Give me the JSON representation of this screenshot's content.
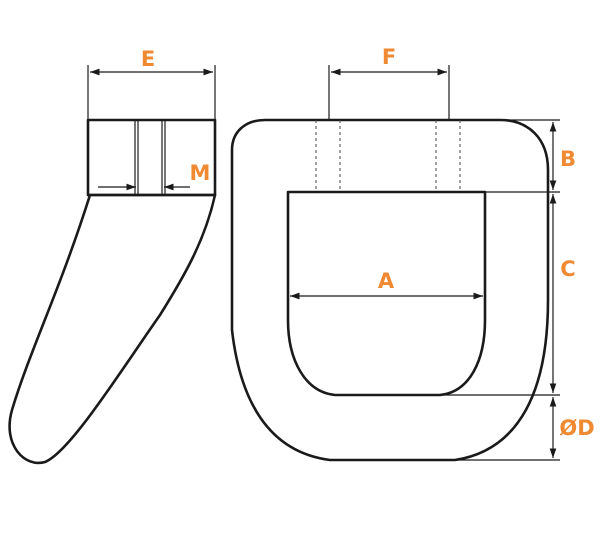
{
  "colors": {
    "label": "#f08a32",
    "line": "#1a1a1a",
    "background": "#ffffff"
  },
  "labels": {
    "E": "E",
    "M": "M",
    "F": "F",
    "B": "B",
    "A": "A",
    "C": "C",
    "D": "ØD"
  }
}
